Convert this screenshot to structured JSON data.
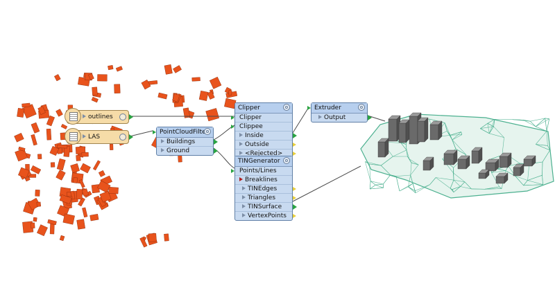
{
  "readers": [
    {
      "id": "outlines",
      "label": "outlines"
    },
    {
      "id": "las",
      "label": "LAS"
    }
  ],
  "transformers": {
    "pointcloudfilter": {
      "title": "PointCloudFilter",
      "ports": [
        "Buildings",
        "Ground"
      ]
    },
    "clipper": {
      "title": "Clipper",
      "inputs": [
        "Clipper",
        "Clippee"
      ],
      "outputs": [
        "Inside",
        "Outside",
        "<Rejected>"
      ]
    },
    "extruder": {
      "title": "Extruder",
      "outputs": [
        "Output"
      ]
    },
    "tingenerator": {
      "title": "TINGenerator",
      "inputs": [
        "Points/Lines",
        "Breaklines"
      ],
      "outputs": [
        "TINEdges",
        "Triangles",
        "TINSurface",
        "VertexPoints"
      ]
    }
  },
  "colors": {
    "building_footprint": "#e8531c",
    "tin_mesh": "#4bb08f",
    "building_3d": "#6a6a6a",
    "connector": "#4a4a4a",
    "node_fill": "#c8daf0",
    "reader_fill": "#f6dca8",
    "port_connected": "#2aa342",
    "port_unconnected": "#e8cf3a",
    "port_breaklines": "#b01e1e"
  },
  "icons": {
    "gear": "gear-icon",
    "reader": "feature-reader-icon",
    "port": "port-arrow-icon"
  }
}
